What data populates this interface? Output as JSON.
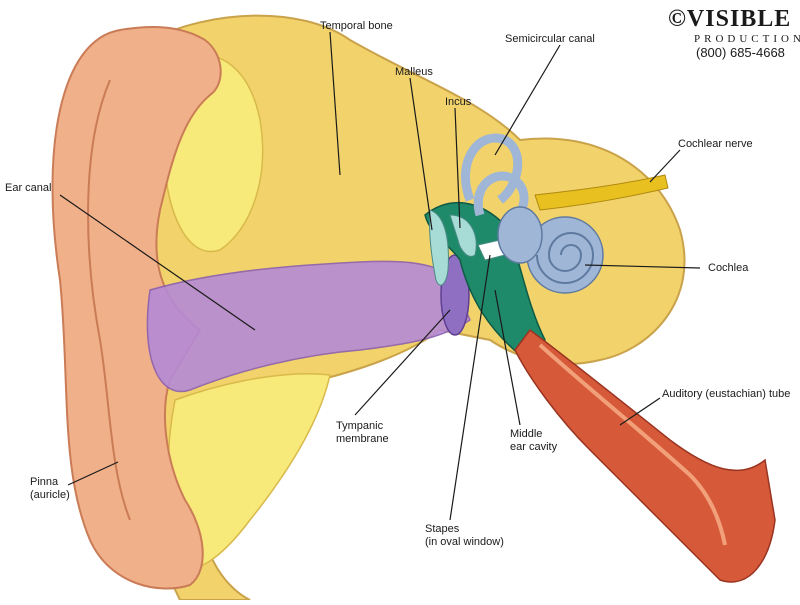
{
  "brand": {
    "name": "©VISIBLE",
    "subtitle": "PRODUCTIONS",
    "phone": "(800) 685-4668"
  },
  "labels": {
    "temporal_bone": "Temporal bone",
    "semicircular_canal": "Semicircular canal",
    "malleus": "Malleus",
    "incus": "Incus",
    "cochlear_nerve": "Cochlear nerve",
    "ear_canal": "Ear canal",
    "cochlea": "Cochlea",
    "auditory_tube": "Auditory (eustachian) tube",
    "tympanic_1": "Tympanic",
    "tympanic_2": "membrane",
    "middle_ear_1": "Middle",
    "middle_ear_2": "ear cavity",
    "pinna_1": "Pinna",
    "pinna_2": "(auricle)",
    "stapes_1": "Stapes",
    "stapes_2": "(in oval window)"
  },
  "colors": {
    "skin": "#f0b08a",
    "bone": "#f2d36b",
    "fat": "#f7e97a",
    "canal": "#b58ad6",
    "middle_ear": "#1f8a6a",
    "inner_ear": "#9fb6d6",
    "tube": "#d65a3a",
    "nerve": "#e8c020"
  }
}
